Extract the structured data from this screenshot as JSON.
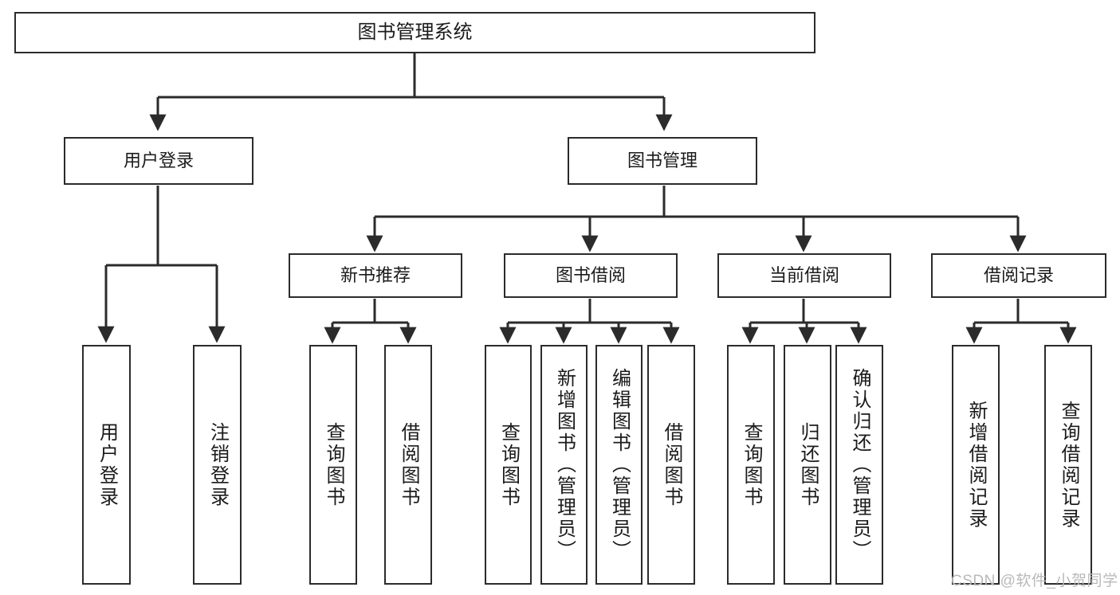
{
  "diagram": {
    "type": "tree-hierarchy-chart",
    "title_node": {
      "label": "图书管理系统"
    },
    "level2": [
      {
        "id": "user-login",
        "label": "用户登录"
      },
      {
        "id": "book-management",
        "label": "图书管理"
      }
    ],
    "level3": [
      {
        "id": "new-book-recommend",
        "label": "新书推荐"
      },
      {
        "id": "book-borrow",
        "label": "图书借阅"
      },
      {
        "id": "current-borrow",
        "label": "当前借阅"
      },
      {
        "id": "borrow-record",
        "label": "借阅记录"
      }
    ],
    "leaves": [
      {
        "id": "leaf-user-login",
        "label": "用户登录",
        "parent": "user-login"
      },
      {
        "id": "leaf-logout",
        "label": "注销登录",
        "parent": "user-login"
      },
      {
        "id": "leaf-query-book-1",
        "label": "查询图书",
        "parent": "new-book-recommend"
      },
      {
        "id": "leaf-borrow-book-1",
        "label": "借阅图书",
        "parent": "new-book-recommend"
      },
      {
        "id": "leaf-query-book-2",
        "label": "查询图书",
        "parent": "book-borrow"
      },
      {
        "id": "leaf-add-book",
        "label": "新增图书（管理员）",
        "parent": "book-borrow"
      },
      {
        "id": "leaf-edit-book",
        "label": "编辑图书（管理员）",
        "parent": "book-borrow"
      },
      {
        "id": "leaf-borrow-book-2",
        "label": "借阅图书",
        "parent": "book-borrow"
      },
      {
        "id": "leaf-query-book-3",
        "label": "查询图书",
        "parent": "current-borrow"
      },
      {
        "id": "leaf-return-book",
        "label": "归还图书",
        "parent": "current-borrow"
      },
      {
        "id": "leaf-confirm-return",
        "label": "确认归还（管理员）",
        "parent": "current-borrow"
      },
      {
        "id": "leaf-add-record",
        "label": "新增借阅记录",
        "parent": "borrow-record"
      },
      {
        "id": "leaf-query-record",
        "label": "查询借阅记录",
        "parent": "borrow-record"
      }
    ],
    "watermark": {
      "text": "CSDN @软件_小贺同学"
    },
    "colors": {
      "stroke": "#2b2b2b",
      "background": "#ffffff",
      "text": "#1b1b1b",
      "watermark": "#b9b9b9"
    }
  }
}
